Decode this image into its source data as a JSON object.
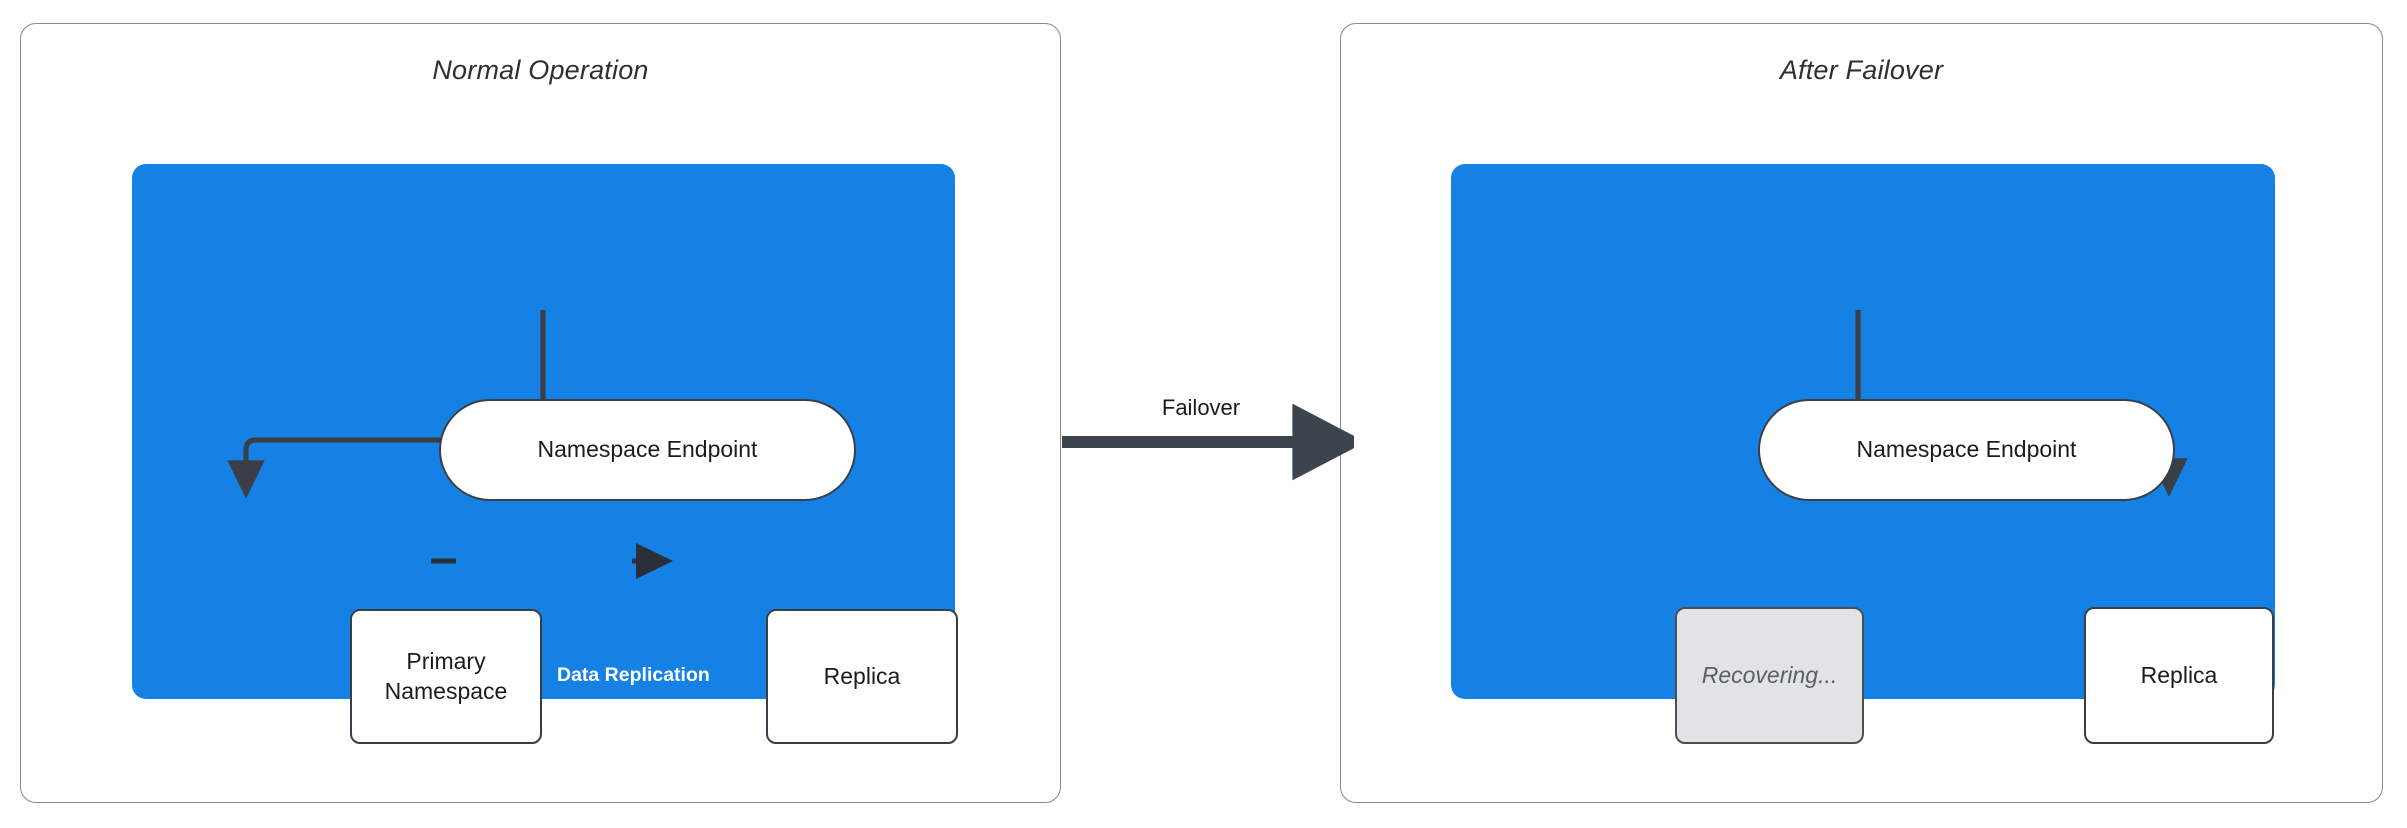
{
  "diagram": {
    "title_left": "Normal Operation",
    "title_right": "After Failover",
    "transition_label": "Failover",
    "colors": {
      "group_blue": "#1581e4",
      "connector": "#3a3f47",
      "dim_node": "#e2e3e5",
      "panel_border": "#8a8a8a",
      "edge_label": "#ffffff"
    }
  },
  "normal_operation": {
    "panel_title": "Normal Operation",
    "nodes": {
      "endpoint": "Namespace Endpoint",
      "primary": "Primary\nNamespace",
      "primary_line1": "Primary",
      "primary_line2": "Namespace",
      "replica": "Replica"
    },
    "edges": {
      "endpoint_to_primary": "",
      "primary_to_replica": "Data Replication"
    }
  },
  "after_failover": {
    "panel_title": "After Failover",
    "nodes": {
      "endpoint": "Namespace Endpoint",
      "recovering": "Recovering...",
      "replica": "Replica"
    },
    "edges": {
      "endpoint_to_replica": ""
    }
  }
}
